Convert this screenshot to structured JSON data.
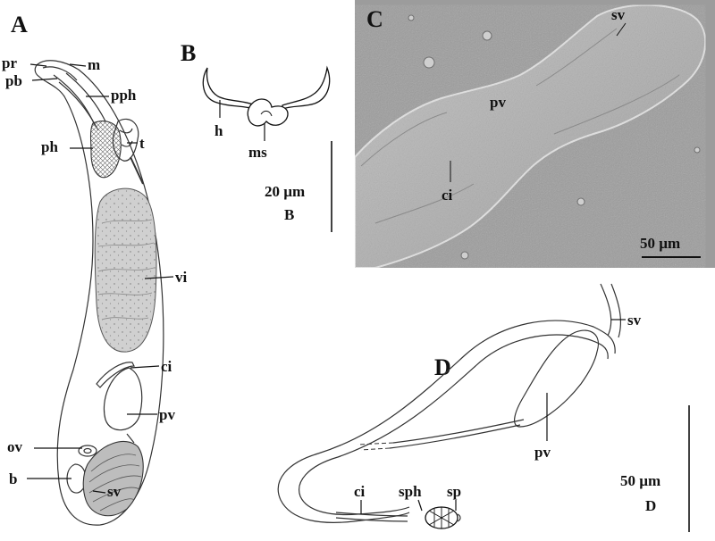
{
  "figure": {
    "panels": {
      "A": {
        "letter": "A",
        "labels": {
          "pr": "pr",
          "m": "m",
          "pb": "pb",
          "pph": "pph",
          "ph": "ph",
          "t": "t",
          "vi": "vi",
          "ci": "ci",
          "pv": "pv",
          "ov": "ov",
          "b": "b",
          "sv": "sv"
        }
      },
      "B": {
        "letter": "B",
        "labels": {
          "h": "h",
          "ms": "ms"
        },
        "scale_value": "20 µm",
        "scale_panel": "B"
      },
      "C": {
        "letter": "C",
        "labels": {
          "sv": "sv",
          "pv": "pv",
          "ci": "ci"
        },
        "scale_value": "50 µm"
      },
      "D": {
        "letter": "D",
        "labels": {
          "sv": "sv",
          "pv": "pv",
          "ci": "ci",
          "sph": "sph",
          "sp": "sp"
        },
        "scale_value": "50 µm",
        "scale_panel": "D"
      }
    },
    "colors": {
      "ink": "#111111",
      "vitellarium": "#d0d0d0",
      "micrograph_bg": "#9c9c9c",
      "micrograph_body": "#b7b7b7"
    }
  }
}
